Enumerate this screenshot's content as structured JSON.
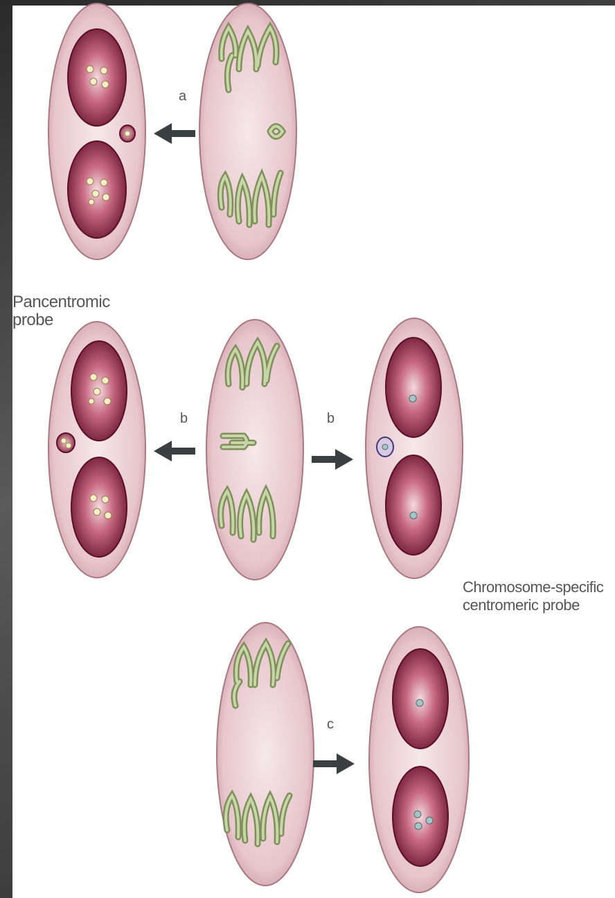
{
  "figure": {
    "label_pancentromic": "Pancentromic\nprobe",
    "label_chromosome_specific": "Chromosome-specific\ncentromeric probe",
    "step_a": "a",
    "step_b_left": "b",
    "step_b_right": "b",
    "step_c": "c"
  },
  "colors": {
    "cell_fill": "#e8c8ce",
    "nucleus_dark": "#7a1e3a",
    "chromosome_green": "#9bb07a",
    "arrow": "#3a3f42",
    "background_frame": "#3a3a3a"
  }
}
